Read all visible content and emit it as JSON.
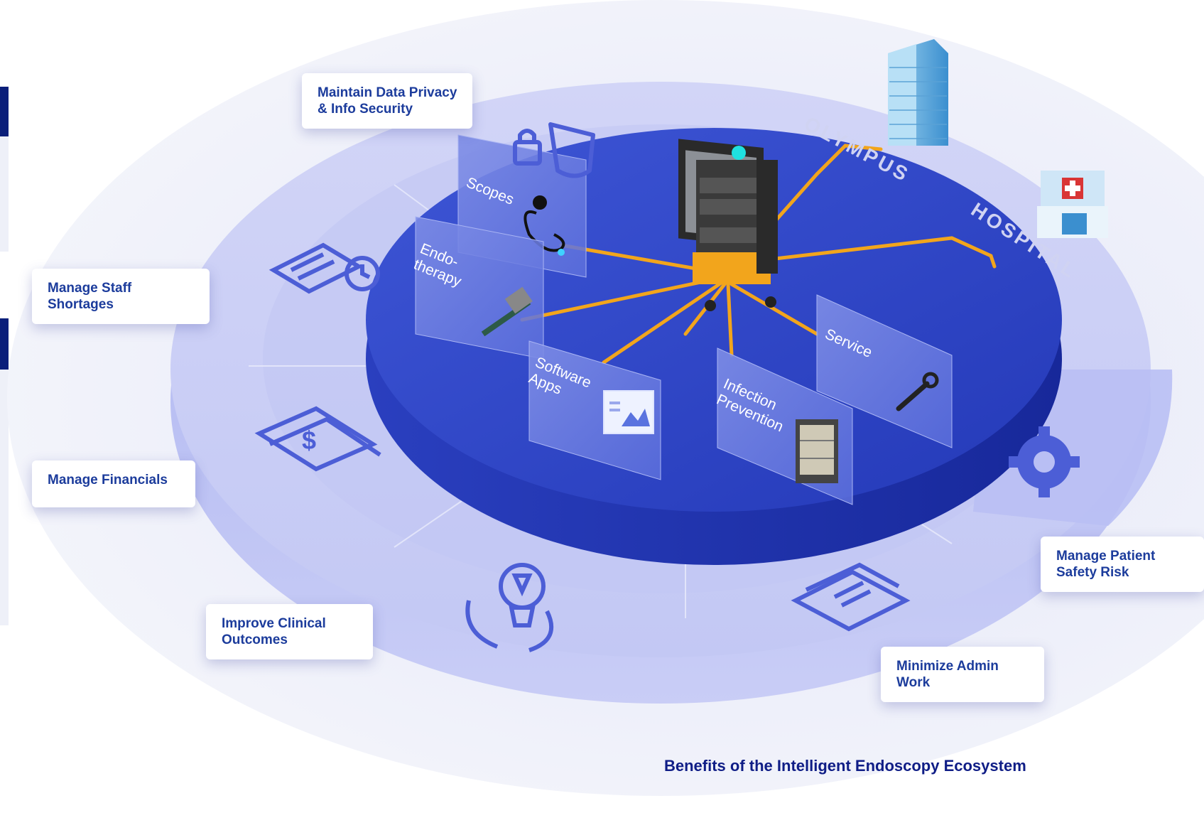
{
  "diagram": {
    "caption": "Benefits of the Intelligent Endoscopy Ecosystem",
    "brand_labels": {
      "olympus": "OLYMPUS",
      "hospital": "HOSPITAL"
    },
    "benefits": {
      "data_privacy": [
        "Maintain Data Privacy",
        "& Info Security"
      ],
      "staff_shortages": [
        "Manage Staff",
        "Shortages"
      ],
      "financials": [
        "Manage Financials"
      ],
      "clinical_outcomes": [
        "Improve Clinical",
        "Outcomes"
      ],
      "admin_work": [
        "Minimize Admin",
        "Work"
      ],
      "patient_safety": [
        "Manage Patient",
        "Safety Risk"
      ]
    },
    "products": {
      "scopes": [
        "Scopes"
      ],
      "endotherapy": [
        "Endo-",
        "therapy"
      ],
      "software_apps": [
        "Software",
        "Apps"
      ],
      "infection_prevention": [
        "Infection",
        "Prevention"
      ],
      "service": [
        "Service"
      ]
    },
    "colors": {
      "outer_ring": "#c9cdf6",
      "inner_disc": "#2f46c8",
      "connector": "#f2a51c",
      "callout_text": "#1c3c9c",
      "caption_text": "#0f1d86",
      "left_tab": "#0b1f7a"
    },
    "icons": [
      "lock-shield-icon",
      "schedule-clock-icon",
      "money-icon",
      "lightbulb-cycle-icon",
      "documents-icon",
      "gear-icon",
      "tower-building-icon",
      "hospital-building-icon",
      "endoscopy-tower-icon"
    ]
  }
}
